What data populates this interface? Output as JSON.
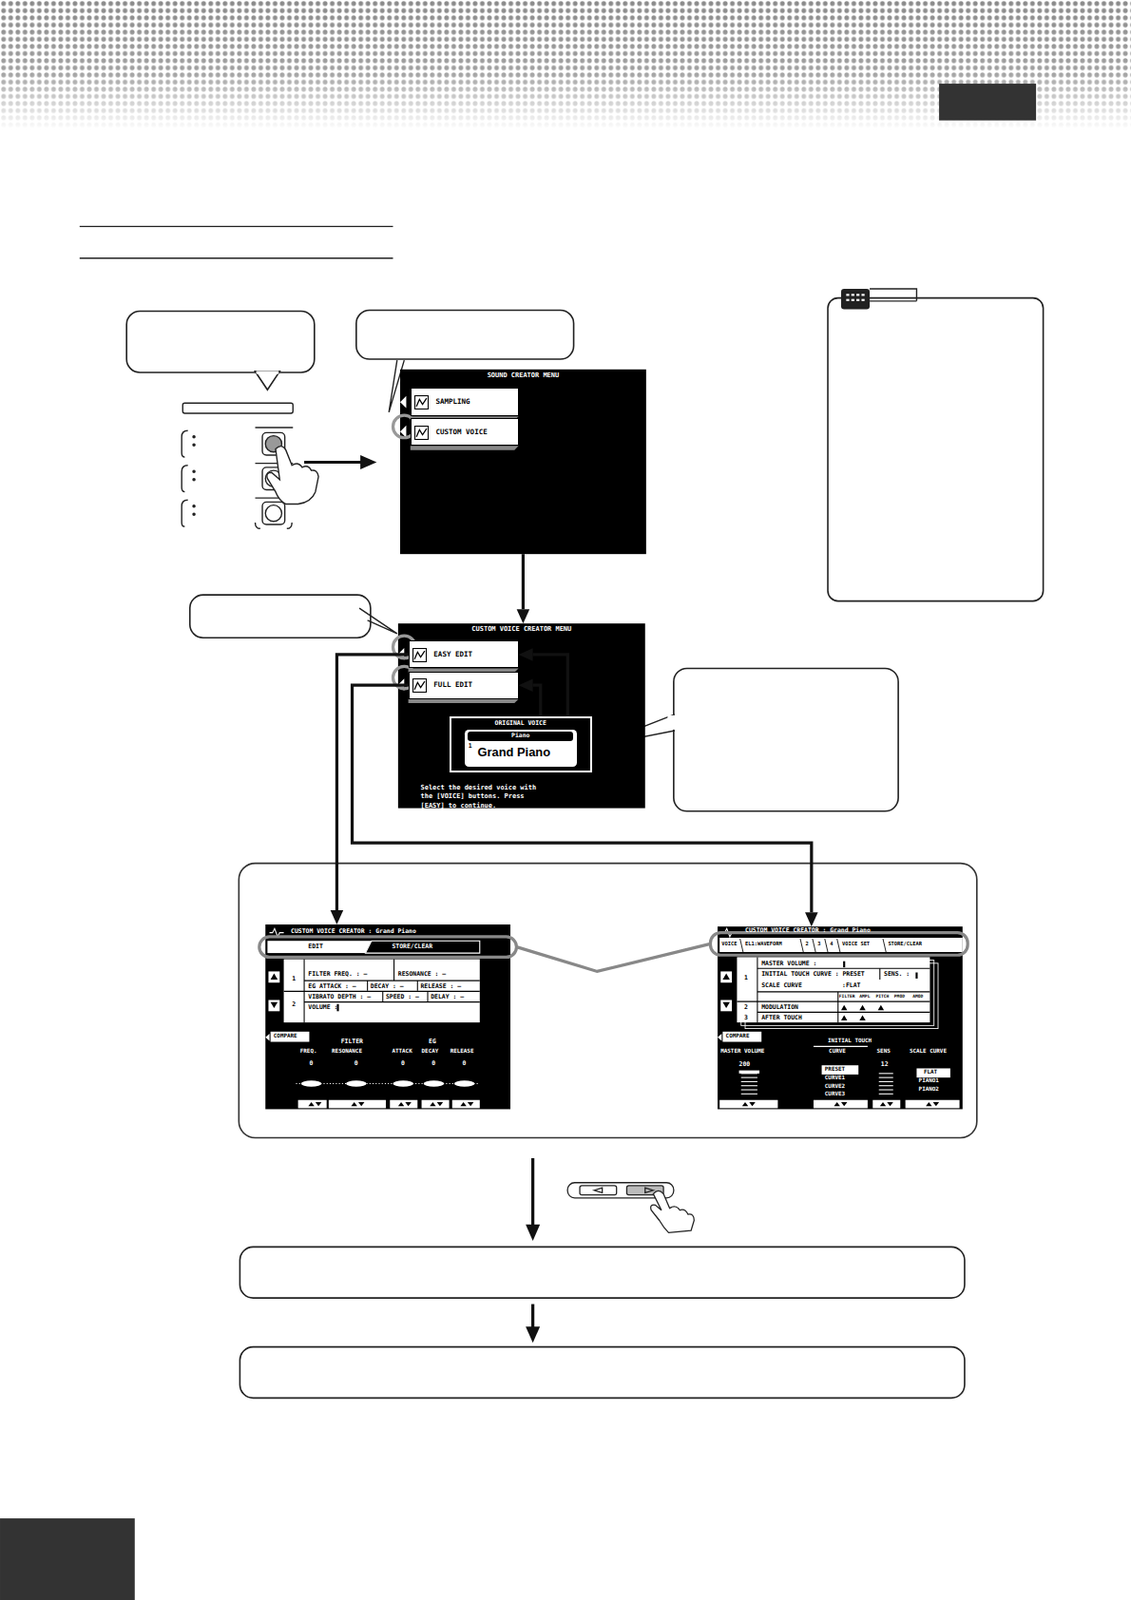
{
  "diagram": {
    "nodes": [
      {
        "text": [
          "SOUND CREATOR MENU"
        ]
      },
      {
        "text": [
          "SAMPLING"
        ],
        "in": 0
      },
      {
        "text": [
          "CUSTOM VOICE"
        ],
        "in": 0
      },
      {
        "text": [
          "CUSTOM VOICE CREATOR MENU",
          "Select the desired voice with the [VOICE] buttons. Press [EASY] to continue."
        ]
      },
      {
        "text": [
          "EASY EDIT"
        ],
        "in": 3
      },
      {
        "text": [
          "FULL EDIT"
        ],
        "in": 3
      },
      {
        "text": [
          "ORIGINAL VOICE",
          "Piano",
          "1",
          "Grand Piano"
        ],
        "in": 3
      },
      {
        "text": [
          "CUSTOM VOICE CREATOR : Grand Piano"
        ]
      },
      {
        "text": [
          "CUSTOM VOICE CREATOR : Grand Piano"
        ]
      }
    ],
    "edges": [
      {
        "from": 0,
        "to": 3,
        "arrow": "to"
      },
      {
        "from": 6,
        "to": 4,
        "arrow": "to"
      },
      {
        "from": 6,
        "to": 5,
        "arrow": "to"
      },
      {
        "from": 4,
        "to": 7,
        "arrow": "to"
      },
      {
        "from": 5,
        "to": 8,
        "arrow": "to"
      }
    ],
    "labels": [
      "EDIT",
      "STORE/CLEAR",
      "1",
      "FILTER FREQ. : —",
      "RESONANCE : —",
      "EG ATTACK : —",
      "DECAY : —",
      "RELEASE : —",
      "2",
      "VIBRATO DEPTH : —",
      "SPEED : —",
      "DELAY : —",
      "VOLUME :",
      "COMPARE",
      "FILTER",
      "EG",
      "FREQ.",
      "RESONANCE",
      "ATTACK",
      "DECAY",
      "RELEASE",
      "0",
      "0",
      "0",
      "0",
      "0",
      "VOICE",
      "EL1:WAVEFORM",
      "2",
      "3",
      "4",
      "VOICE SET",
      "STORE/CLEAR",
      "MASTER VOLUME :",
      "1",
      "INITIAL TOUCH CURVE : PRESET",
      "SENS. :",
      "SCALE CURVE",
      ":FLAT",
      "FILTER",
      "AMPL",
      "PITCH",
      "PMOD",
      "AMOD",
      "2",
      "MODULATION",
      "3",
      "AFTER TOUCH",
      "COMPARE",
      "INITIAL TOUCH",
      "MASTER VOLUME",
      "CURVE",
      "SENS",
      "SCALE CURVE",
      "200",
      "PRESET",
      "CURVE1",
      "CURVE2",
      "CURVE3",
      "12",
      "FLAT",
      "PIANO1",
      "PIANO2"
    ]
  }
}
